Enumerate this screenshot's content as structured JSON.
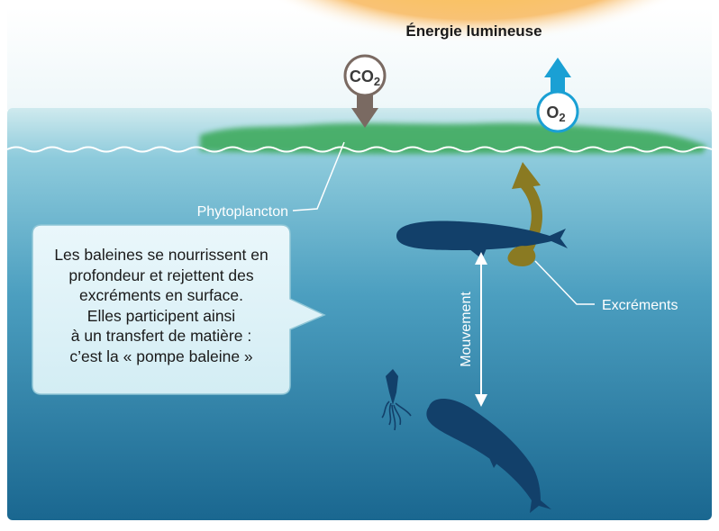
{
  "labels": {
    "light": "Énergie lumineuse",
    "phytoplankton": "Phytoplancton",
    "movement": "Mouvement",
    "excrement": "Excréments"
  },
  "gases": {
    "co2": {
      "base": "CO",
      "sub": "2"
    },
    "o2": {
      "base": "O",
      "sub": "2"
    }
  },
  "info_box": {
    "lines": [
      "Les baleines se nourrissent en",
      "profondeur et rejettent des",
      "excréments en surface.",
      "Elles participent ainsi",
      "à un transfert de matière :",
      "c’est la « pompe baleine »"
    ]
  },
  "colors": {
    "sea_top": "#bfe4ea",
    "sea_bottom": "#1e6e93",
    "sun": "#f7b23c",
    "phytoplankton": "#3aa85a",
    "whale": "#12406a",
    "excrement": "#8a7a22",
    "co2_arrow": "#7a6a62",
    "o2_arrow": "#1aa0d4",
    "info_box": "#dff1f7"
  }
}
